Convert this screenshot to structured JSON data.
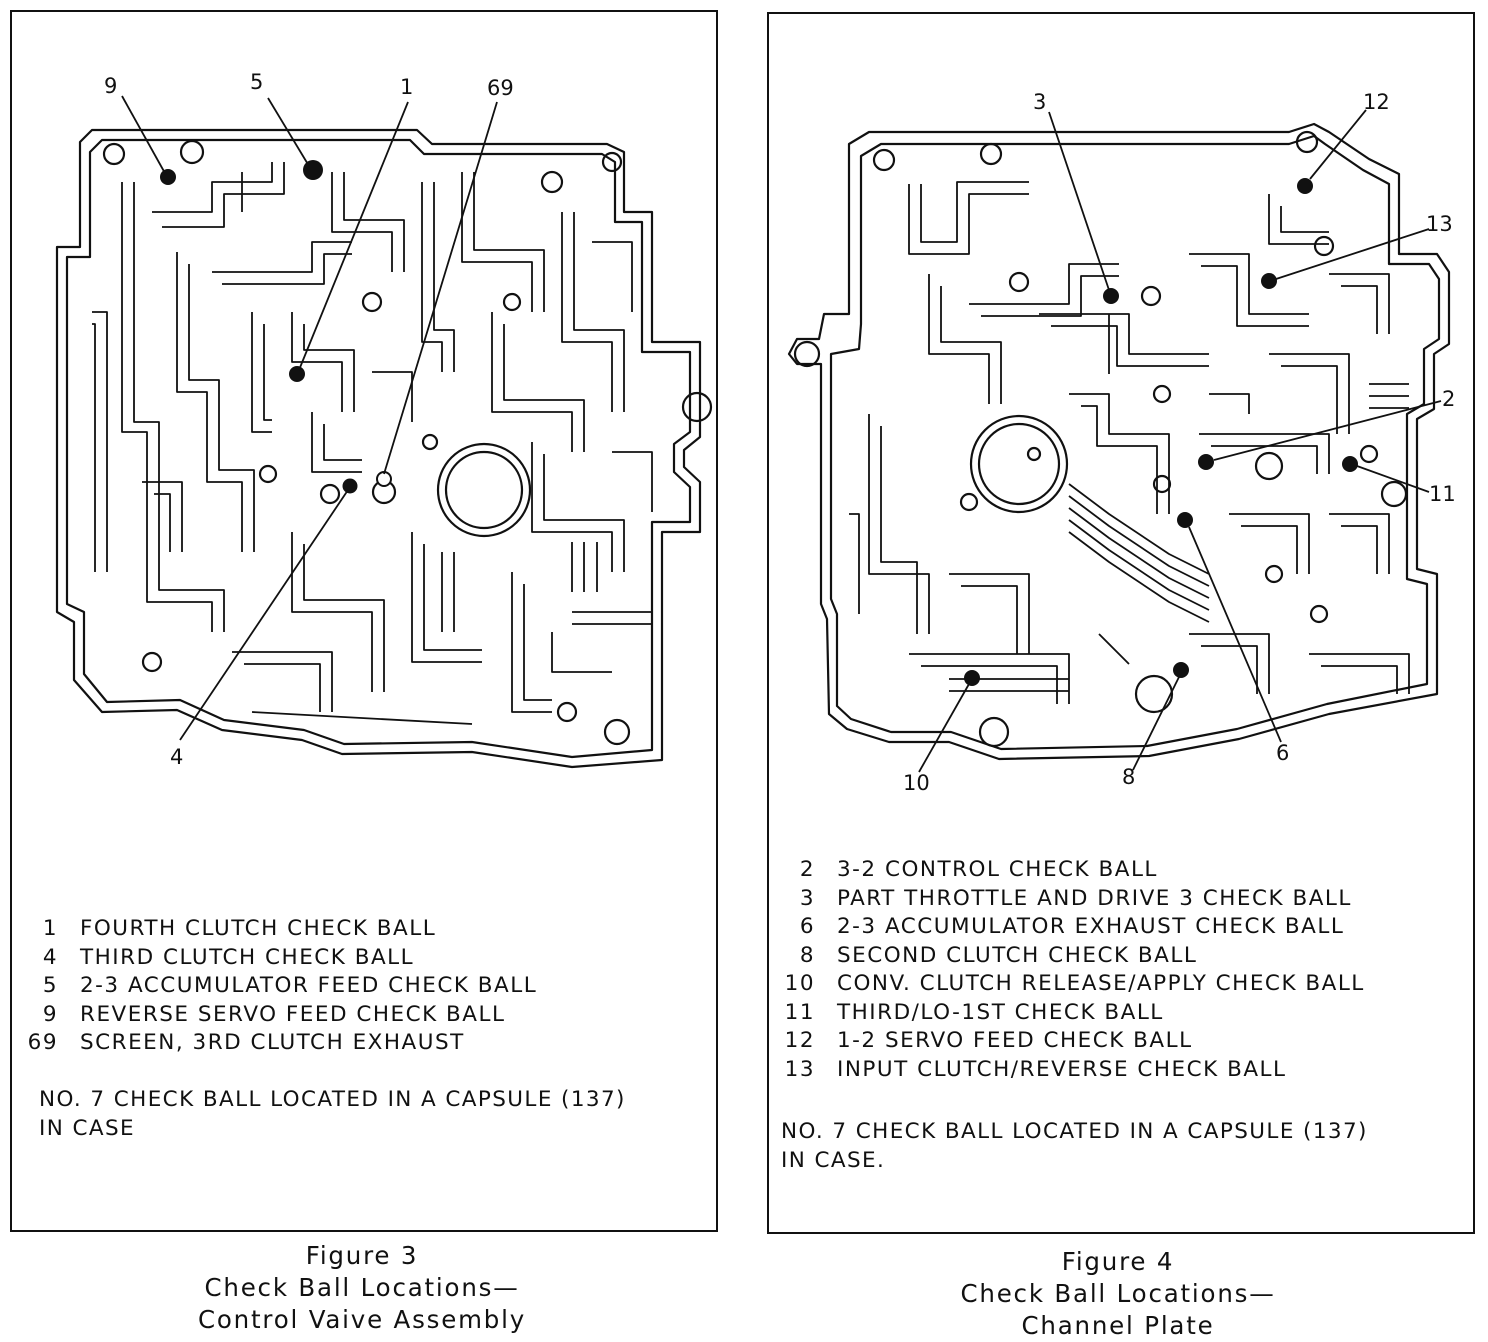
{
  "figure3": {
    "caption": [
      "Figure 3",
      "Check Ball Locations—",
      "Control Vaive Assembly"
    ],
    "callouts": [
      "9",
      "5",
      "1",
      "69",
      "4"
    ],
    "legend": [
      {
        "num": "1",
        "text": "FOURTH CLUTCH CHECK BALL"
      },
      {
        "num": "4",
        "text": "THIRD CLUTCH CHECK BALL"
      },
      {
        "num": "5",
        "text": "2-3 ACCUMULATOR FEED CHECK BALL"
      },
      {
        "num": "9",
        "text": "REVERSE SERVO FEED CHECK BALL"
      },
      {
        "num": "69",
        "text": "SCREEN, 3RD CLUTCH EXHAUST"
      }
    ],
    "note": "NO. 7 CHECK BALL LOCATED IN A CAPSULE (137)\nIN CASE"
  },
  "figure4": {
    "caption": [
      "Figure 4",
      "Check Ball Locations—",
      "Channel Plate"
    ],
    "callouts": [
      "3",
      "12",
      "13",
      "2",
      "11",
      "6",
      "8",
      "10"
    ],
    "legend": [
      {
        "num": "2",
        "text": "3-2 CONTROL CHECK BALL"
      },
      {
        "num": "3",
        "text": "PART THROTTLE AND DRIVE 3 CHECK BALL"
      },
      {
        "num": "6",
        "text": "2-3 ACCUMULATOR EXHAUST CHECK BALL"
      },
      {
        "num": "8",
        "text": "SECOND CLUTCH CHECK BALL"
      },
      {
        "num": "10",
        "text": "CONV. CLUTCH RELEASE/APPLY CHECK BALL"
      },
      {
        "num": "11",
        "text": "THIRD/LO-1ST CHECK BALL"
      },
      {
        "num": "12",
        "text": "1-2 SERVO FEED CHECK BALL"
      },
      {
        "num": "13",
        "text": "INPUT CLUTCH/REVERSE CHECK BALL"
      }
    ],
    "note": "NO. 7 CHECK BALL LOCATED IN A CAPSULE (137)\nIN CASE."
  }
}
